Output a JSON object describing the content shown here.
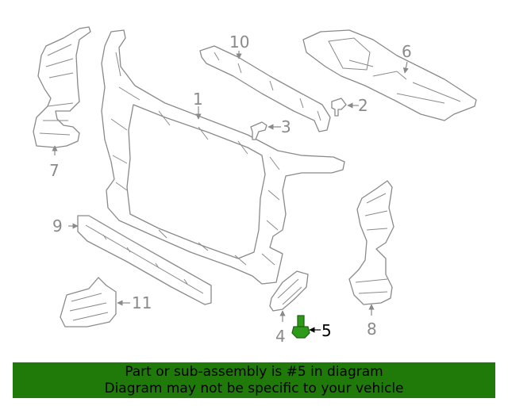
{
  "callouts": {
    "c1": "1",
    "c2": "2",
    "c3": "3",
    "c4": "4",
    "c5": "5",
    "c6": "6",
    "c7": "7",
    "c8": "8",
    "c9": "9",
    "c10": "10",
    "c11": "11"
  },
  "highlight_color": "#2e9a1a",
  "banner": {
    "line1": "Part or sub-assembly is #5 in diagram",
    "line2": "Diagram may not be specific to your vehicle",
    "background": "#1f7a0a"
  }
}
